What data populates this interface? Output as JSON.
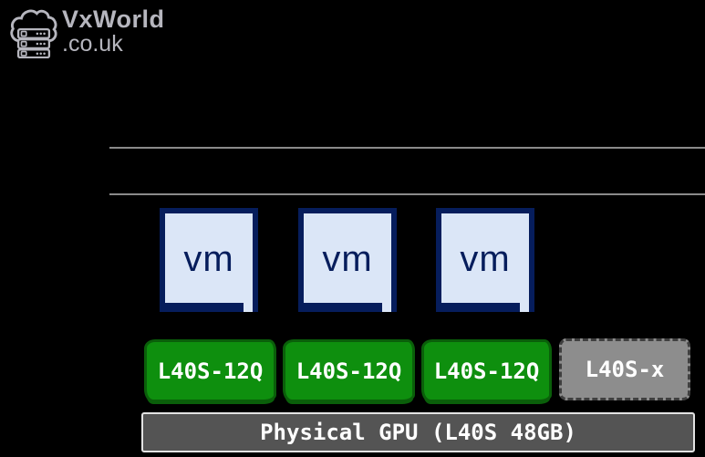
{
  "theme": {
    "bg": "#000000",
    "logo_gray": "#b6b6be",
    "line_gray": "#8a8a8a",
    "vm_fill": "#dbe6f7",
    "vm_navy": "#061d5c",
    "green_fill": "#0e8f0e",
    "green_border": "#0a5f0a",
    "gray_fill": "#8d8d8d",
    "gray_border": "#3f3f3f",
    "gpu_fill": "#545454",
    "gpu_border": "#e3e3e3",
    "text_white": "#ffffff"
  },
  "logo": {
    "title": "VxWorld",
    "subtitle": ".co.uk",
    "icon": "cloud-servers-icon"
  },
  "vms": [
    {
      "label": "vm"
    },
    {
      "label": "vm"
    },
    {
      "label": "vm"
    }
  ],
  "vgpu_profiles": [
    {
      "label": "L40S-12Q",
      "status": "assigned"
    },
    {
      "label": "L40S-12Q",
      "status": "assigned"
    },
    {
      "label": "L40S-12Q",
      "status": "assigned"
    },
    {
      "label": "L40S-x",
      "status": "unassigned"
    }
  ],
  "physical_gpu": {
    "label": "Physical GPU (L40S 48GB)"
  }
}
